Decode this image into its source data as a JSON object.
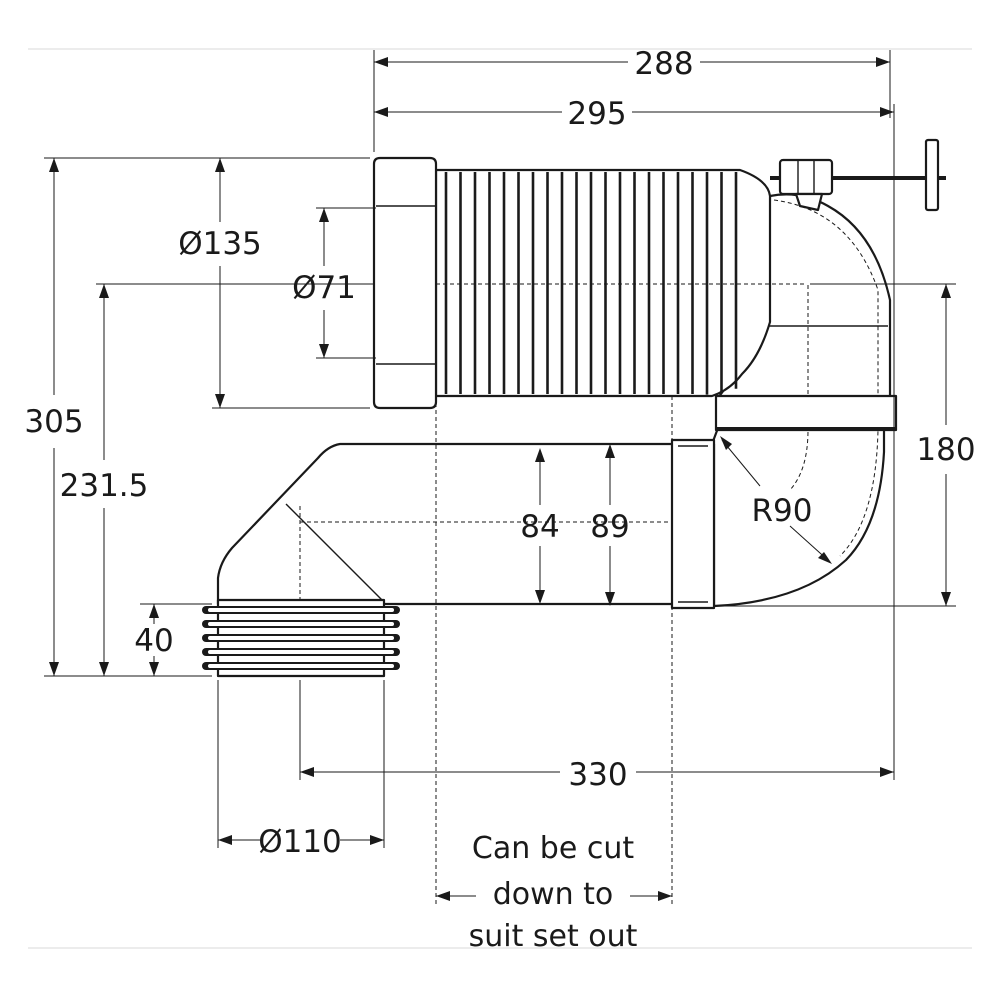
{
  "dimensions": {
    "overall_length_top": "288",
    "pan_to_outlet": "295",
    "overall_height": "305",
    "outlet_centre_height": "231.5",
    "inlet_outer_diameter": "Ø135",
    "inlet_inner_diameter": "Ø71",
    "offset_height": "180",
    "tube_height_84": "84",
    "tube_height_89": "89",
    "bend_radius": "R90",
    "socket_depth": "40",
    "horizontal_length": "330",
    "outlet_diameter": "Ø110"
  },
  "notes": {
    "cut_line_1": "Can be cut",
    "cut_line_2": "down to",
    "cut_line_3": "suit set out"
  }
}
